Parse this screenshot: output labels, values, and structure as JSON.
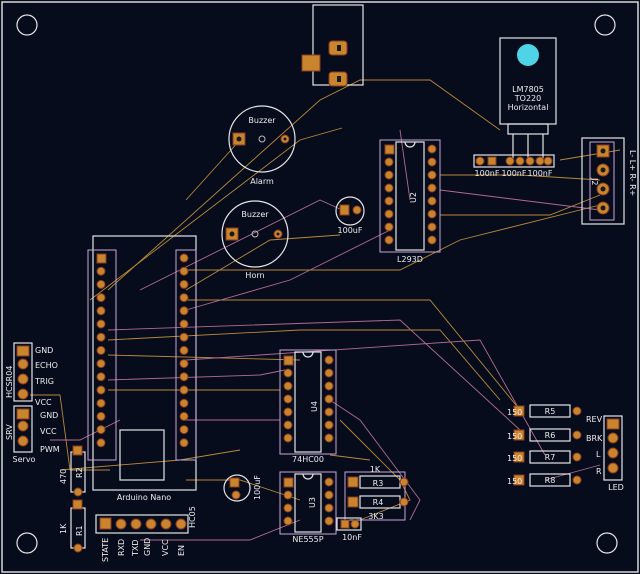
{
  "labels": {
    "reg_part": "LM7805",
    "reg_pkg": "TO220",
    "reg_orient": "Horizontal",
    "cap1": "100nF",
    "cap2": "100nF",
    "cap3": "100nF",
    "buzzer1": "Buzzer",
    "buzzer1_sub": "Alarm",
    "buzzer2": "Buzzer",
    "buzzer2_sub": "Horn",
    "cap_top": "100uF",
    "u2": "U2",
    "l293": "L293D",
    "conn_motor_pins": "L- L+ R- R+",
    "conn_motor_ref": "J2",
    "arduino": "Arduino Nano",
    "hcsr04": "HCSR04",
    "gnd1": "GND",
    "echo": "ECHO",
    "trig": "TRIG",
    "vcc1": "VCC",
    "srv": "SRV",
    "gnd2": "GND",
    "vcc2": "VCC",
    "pwm": "PWM",
    "servo": "Servo",
    "u4": "U4",
    "hc00": "74HC00",
    "r5v": "150",
    "r5": "R5",
    "r6v": "150",
    "r6": "R6",
    "r7v": "150",
    "r7": "R7",
    "r8v": "150",
    "r8": "R8",
    "rev": "REV",
    "brk": "BRK",
    "l": "L",
    "r": "R",
    "led": "LED",
    "r3v": "1K",
    "r3": "R3",
    "r4": "R4",
    "r4v": "3K3",
    "u3": "U3",
    "ne555": "NE555P",
    "cap_bot": "100uF",
    "cap_10n": "10nF",
    "r2v": "470",
    "r2": "R2",
    "r1v": "1K",
    "r1": "R1",
    "state": "STATE",
    "rxd": "RXD",
    "txd": "TXD",
    "gnd3": "GND",
    "vcc3": "VCC",
    "en": "EN",
    "hc05": "HC05"
  },
  "colors": {
    "background": "#070c1c",
    "copper_pad": "#c9852e",
    "silkscreen": "#e6e6e6",
    "trace_front": "#b8893a",
    "trace_back": "#b06b8f",
    "led_cyan": "#4fd3e6"
  }
}
